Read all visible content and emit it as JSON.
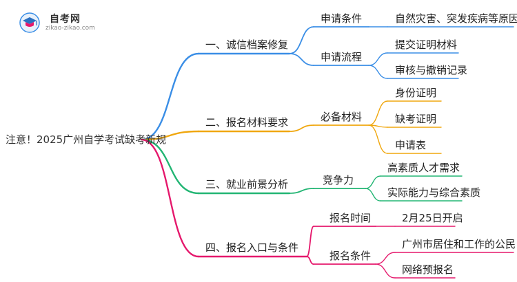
{
  "logo": {
    "title": "自考网",
    "subtitle": "zikao-zikao.com"
  },
  "root": "注意！2025广州自学考试缺考新规",
  "colors": {
    "blue": "#3a8ee6",
    "orange": "#f0a70e",
    "green": "#22b573",
    "pink": "#e5186c"
  },
  "branches": [
    {
      "label": "一、诚信档案修复",
      "children": [
        {
          "label": "申请条件",
          "children": [
            "自然灾害、突发疾病等原因缺考"
          ]
        },
        {
          "label": "申请流程",
          "children": [
            "提交证明材料",
            "审核与撤销记录"
          ]
        }
      ]
    },
    {
      "label": "二、报名材料要求",
      "children": [
        {
          "label": "必备材料",
          "children": [
            "身份证明",
            "缺考证明",
            "申请表"
          ]
        }
      ]
    },
    {
      "label": "三、就业前景分析",
      "children": [
        {
          "label": "竞争力",
          "children": [
            "高素质人才需求",
            "实际能力与综合素质"
          ]
        }
      ]
    },
    {
      "label": "四、报名入口与条件",
      "children": [
        {
          "label": "报名时间",
          "children": [
            "2月25日开启"
          ]
        },
        {
          "label": "报名条件",
          "children": [
            "广州市居住和工作的公民",
            "网络预报名"
          ]
        }
      ]
    }
  ]
}
